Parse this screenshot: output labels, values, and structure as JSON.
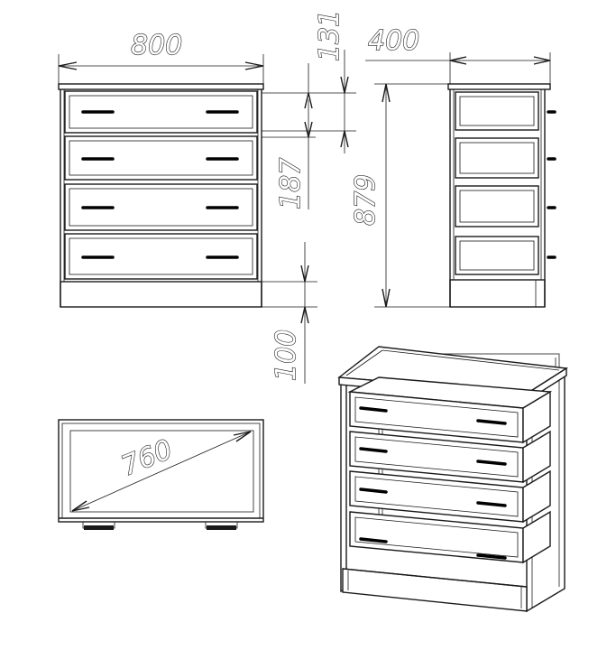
{
  "drawing": {
    "front_view": {
      "width_dim": "800",
      "top_height_dim": "131",
      "drawer_height_dim": "187",
      "plinth_height_dim": "100",
      "drawer_count": 4
    },
    "side_view": {
      "depth_dim": "400",
      "total_height_dim": "879"
    },
    "top_view": {
      "diagonal_dim": "760"
    },
    "colors": {
      "line": "#1a1a1a",
      "background": "#ffffff"
    }
  }
}
